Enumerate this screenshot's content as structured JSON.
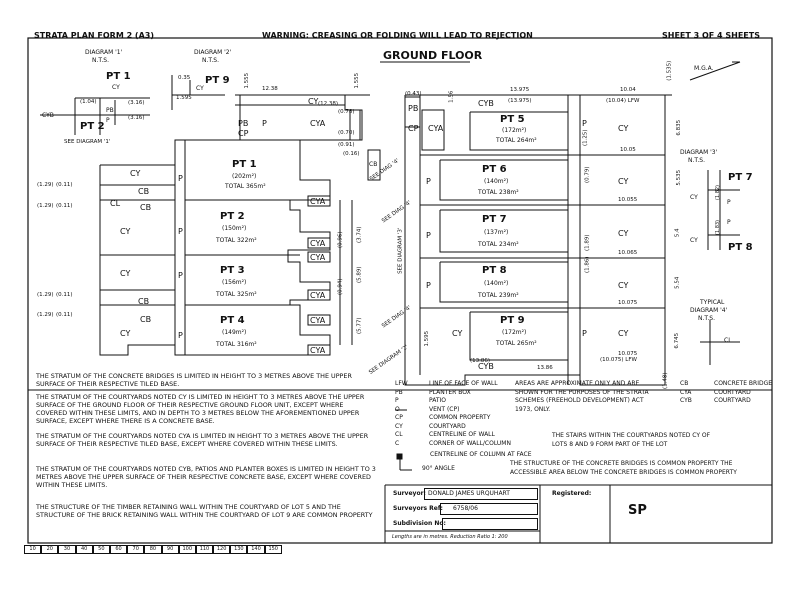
{
  "header": {
    "form": "STRATA PLAN FORM 2  (A3)",
    "warning": "WARNING: CREASING OR FOLDING WILL LEAD TO REJECTION",
    "sheet": "SHEET  3  OF  4  SHEETS"
  },
  "title": "GROUND FLOOR",
  "diagram1": {
    "title": "DIAGRAM '1'",
    "nts": "N.T.S.",
    "pt1": "PT 1",
    "pt2": "PT 2",
    "cy": "CY",
    "cyb": "CYB",
    "pb": "PB",
    "p": "P",
    "d1": "(1.04)",
    "d2": "(3.16)",
    "d3": "(3.16)"
  },
  "diagram2": {
    "title": "DIAGRAM '2'",
    "nts": "N.T.S.",
    "pt9": "PT 9",
    "cy": "CY",
    "d1": "0.35",
    "d2": "1.595"
  },
  "diagram3": {
    "title": "DIAGRAM '3'",
    "nts": "N.T.S.",
    "pt7": "PT 7",
    "pt8": "PT 8",
    "cy1": "CY",
    "cy2": "CY",
    "p1": "P",
    "p2": "P",
    "d1": "(1.82)",
    "d2": "(1.83)"
  },
  "diagram4": {
    "title": "TYPICAL",
    "title2": "DIAGRAM '4'",
    "nts": "N.T.S.",
    "cl": "CL"
  },
  "mga": "M.G.A.",
  "lots": [
    {
      "name": "PT 1",
      "area": "(202m²)",
      "total": "TOTAL 365m²"
    },
    {
      "name": "PT 2",
      "area": "(150m²)",
      "total": "TOTAL 322m²"
    },
    {
      "name": "PT 3",
      "area": "(156m²)",
      "total": "TOTAL 325m²"
    },
    {
      "name": "PT 4",
      "area": "(149m²)",
      "total": "TOTAL 316m²"
    },
    {
      "name": "PT 5",
      "area": "(172m²)",
      "total": "TOTAL 264m²"
    },
    {
      "name": "PT 6",
      "area": "(140m²)",
      "total": "TOTAL 238m²"
    },
    {
      "name": "PT 7",
      "area": "(137m²)",
      "total": "TOTAL 234m²"
    },
    {
      "name": "PT 8",
      "area": "(140m²)",
      "total": "TOTAL 239m²"
    },
    {
      "name": "PT 9",
      "area": "(172m²)",
      "total": "TOTAL 265m²"
    }
  ],
  "dims": {
    "d1555a": "1.555",
    "d1238a": "12.38",
    "d1555b": "1.555",
    "d1238b": "(12.38)",
    "d13975a": "13.975",
    "d13975b": "(13.975)",
    "d1004a": "10.04",
    "d1004b": "(10.04)  LFW",
    "d1535": "(1.535)",
    "d043": "(0.43)",
    "d156": "1.56",
    "d6835": "6.835",
    "d1005": "10.05",
    "d5535": "5.535",
    "d10055": "10.055",
    "d54": "5.4",
    "d10065": "10.065",
    "d554": "5.54",
    "d10075a": "10.075",
    "d10075b": "10.075",
    "d10075c": "(10.075) LFW",
    "d6745": "6.745",
    "d1386a": "(13.86)",
    "d1386b": "13.86",
    "d148": "(1.48)",
    "d1595": "1.595",
    "d078": "(0.78)",
    "d070": "(0.70)",
    "d091": "(0.91)",
    "d016": "(0.16)",
    "d129a": "(1.29)",
    "d011a": "(0.11)",
    "d129b": "(1.29)",
    "d011b": "(0.11)",
    "d129c": "(1.29)",
    "d011c": "(0.11)",
    "d129d": "(1.29)",
    "d011d": "(0.11)",
    "d096": "(0.96)",
    "d374": "(3.74)",
    "d094": "(0.94)",
    "d589": "(5.89)",
    "d577": "(5.77)",
    "d125": "(1.25)",
    "d189": "(1.89)",
    "d186": "(1.86)",
    "d079": "(0.79)"
  },
  "labels": {
    "cy": "CY",
    "cya": "CYA",
    "cyb": "CYB",
    "cb": "CB",
    "cl": "CL",
    "p": "P",
    "pb": "PB",
    "cp": "CP",
    "seediag1": "SEE DIAGRAM '1'",
    "seediag2": "SEE DIAGRAM '2'",
    "seediag3": "SEE DIAGRAM '3'",
    "seediag4a": "SEE DIAG '4'",
    "seediag4b": "SEE DIAG '4'",
    "seediag4c": "SEE DIAG '4'"
  },
  "notes": [
    "THE STRATUM OF THE CONCRETE BRIDGES IS LIMITED IN HEIGHT TO 3 METRES ABOVE THE UPPER SURFACE OF THEIR RESPECTIVE TILED BASE.",
    "THE STRATUM OF THE COURTYARDS NOTED CY IS LIMITED IN HEIGHT TO 3 METRES ABOVE THE UPPER SURFACE OF THE GROUND FLOOR OF THEIR RESPECTIVE GROUND FLOOR UNIT, EXCEPT WHERE COVERED WITHIN THESE LIMITS, AND IN DEPTH TO 3 METRES BELOW THE AFOREMENTIONED UPPER SURFACE, EXCEPT WHERE THERE IS A CONCRETE BASE.",
    "THE STRATUM OF THE COURTYARDS NOTED CYA IS LIMITED IN HEIGHT TO 3 METRES ABOVE THE UPPER SURFACE OF THEIR RESPECTIVE TILED BASE, EXCEPT WHERE COVERED WITHIN THESE LIMITS.",
    "THE STRATUM OF THE COURTYARDS NOTED CYB, PATIOS AND PLANTER BOXES IS LIMITED IN HEIGHT TO 3 METRES ABOVE THE UPPER SURFACE OF THEIR RESPECTIVE CONCRETE BASE, EXCEPT WHERE COVERED WITHIN THESE LIMITS.",
    "THE STRUCTURE OF THE TIMBER RETAINING WALL WITHIN THE COURTYARD OF LOT 5 AND THE STRUCTURE OF THE BRICK RETAINING WALL WITHIN THE COURTYARD OF LOT 9 ARE COMMON PROPERTY"
  ],
  "legend1": [
    {
      "code": "LFW",
      "desc": "LINE OF FACE OF WALL"
    },
    {
      "code": "PB",
      "desc": "PLANTER BOX"
    },
    {
      "code": "P",
      "desc": "PATIO"
    },
    {
      "code": "O",
      "desc": "VENT (CP)"
    },
    {
      "code": "CP",
      "desc": "COMMON PROPERTY"
    },
    {
      "code": "CY",
      "desc": "COURTYARD"
    },
    {
      "code": "CL",
      "desc": "CENTRELINE OF WALL"
    },
    {
      "code": "C",
      "desc": "CORNER OF WALL/COLUMN"
    }
  ],
  "legend_col_face": "CENTRELINE OF COLUMN AT FACE",
  "legend_angle": "90° ANGLE",
  "areas_note": "AREAS ARE APPROXIMATE ONLY AND ARE SHOWN FOR THE PURPOSES OF THE STRATA SCHEMES (FREEHOLD DEVELOPMENT) ACT 1973, ONLY.",
  "legend2": [
    {
      "code": "CB",
      "desc": "CONCRETE BRIDGE"
    },
    {
      "code": "CYA",
      "desc": "COURTYARD"
    },
    {
      "code": "CYB",
      "desc": "COURTYARD"
    }
  ],
  "stairs_note": "THE STAIRS WITHIN THE COURTYARDS NOTED CY OF LOTS 8 AND 9 FORM PART OF THE LOT",
  "bridges_note": "THE STRUCTURE OF THE CONCRETE BRIDGES IS COMMON PROPERTY THE ACCESSIBLE AREA BELOW THE CONCRETE BRIDGES IS COMMON PROPERTY",
  "surveyor_box": {
    "surveyor_label": "Surveyor:",
    "surveyor": "DONALD JAMES URQUHART",
    "ref_label": "Surveyors Ref:",
    "ref": "6758/06",
    "subdivision_label": "Subdivision No:",
    "subdivision": "",
    "lengths": "Lengths are in metres.  Reduction Ratio 1:   200",
    "registered_label": "Registered:",
    "sp": "SP"
  },
  "scale_ticks": [
    "10",
    "20",
    "30",
    "40",
    "50",
    "60",
    "70",
    "80",
    "90",
    "100",
    "110",
    "120",
    "130",
    "140",
    "150"
  ]
}
